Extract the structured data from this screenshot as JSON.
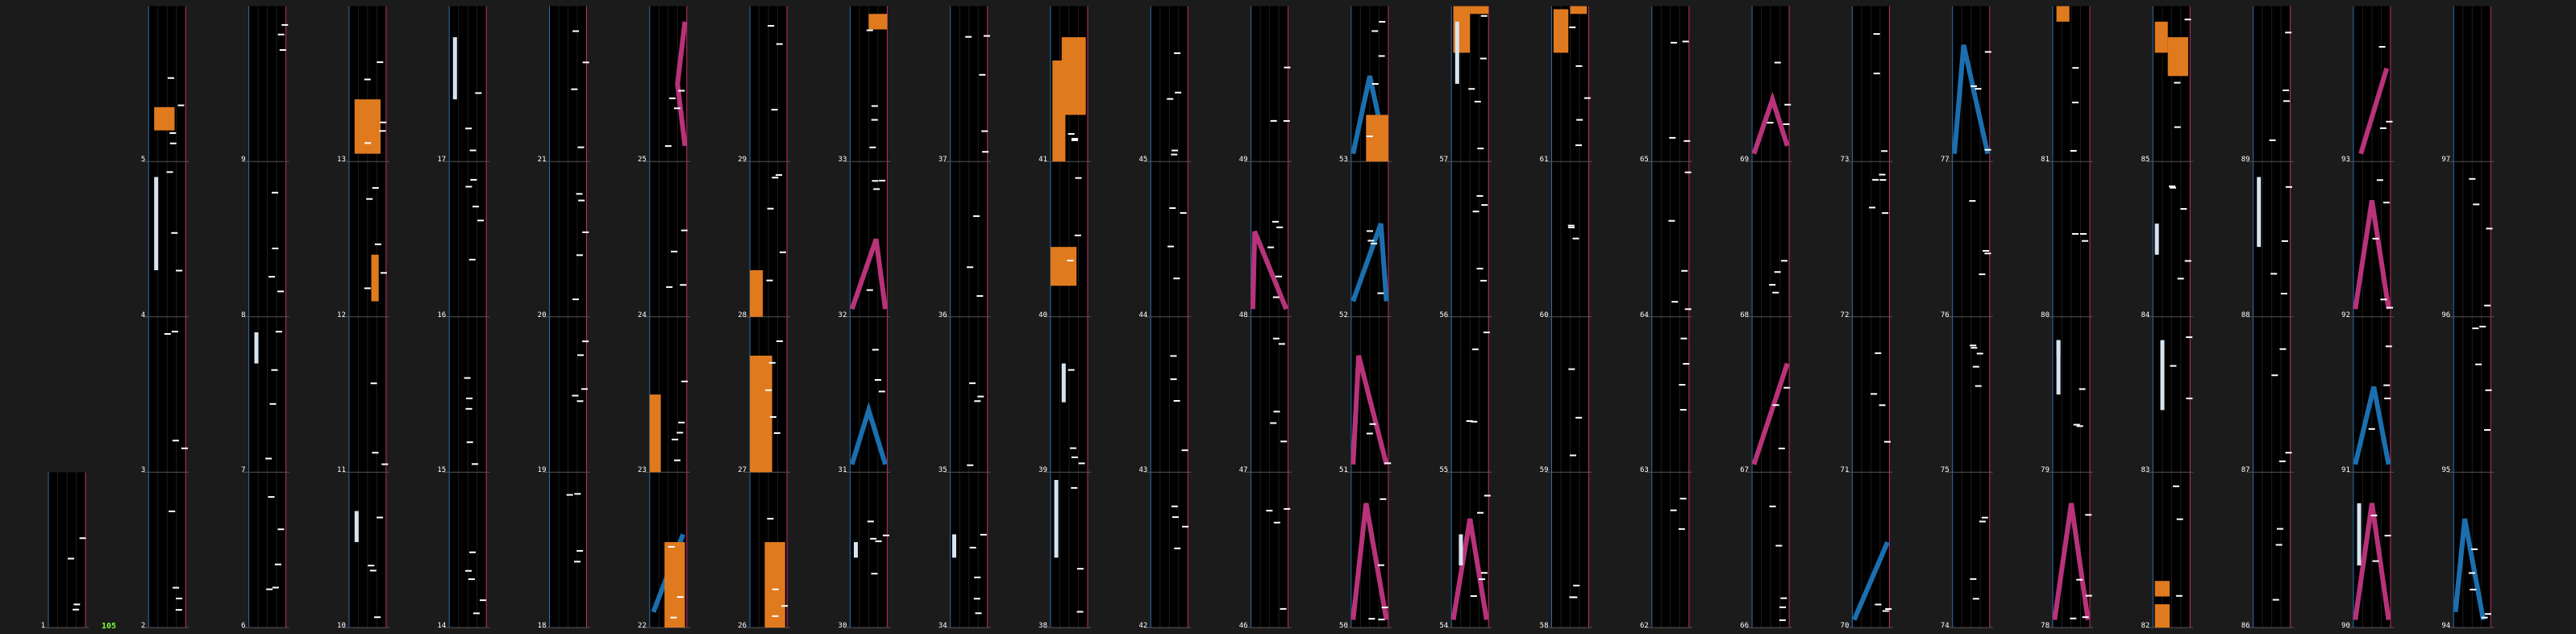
{
  "title": "",
  "combo": "105",
  "colors": {
    "background": "#1b1b1b",
    "lane_bg": "#000000",
    "grid_line": "#555555",
    "left_lane_edge": "#2a6fb0",
    "right_lane_edge": "#c0306a",
    "tap_note": "#ffffff",
    "hold_note": "#d6e4f0",
    "orange_note": "#e07a1f",
    "blue_slide": "#1c6fae",
    "pink_slide": "#b8337a",
    "combo_text": "#7cff3a"
  },
  "measures": [
    1,
    2,
    3,
    4,
    5,
    6,
    7,
    8,
    9,
    10,
    11,
    12,
    13,
    14,
    15,
    16,
    17,
    18,
    19,
    20,
    21,
    22,
    23,
    24,
    25,
    26,
    27,
    28,
    29,
    30,
    31,
    32,
    33,
    34,
    35,
    36,
    37,
    38,
    39,
    40,
    41,
    42,
    43,
    44,
    45,
    46,
    47,
    48,
    49,
    50,
    51,
    52,
    53,
    54,
    55,
    56,
    57,
    58,
    59,
    60,
    61,
    62,
    63,
    64,
    65,
    66,
    67,
    68,
    69,
    70,
    71,
    72,
    73,
    74,
    75,
    76,
    77,
    78,
    79,
    80,
    81,
    82,
    83,
    84,
    85,
    86,
    87,
    88,
    89,
    90,
    91,
    92,
    93,
    94,
    95,
    96,
    97
  ]
}
